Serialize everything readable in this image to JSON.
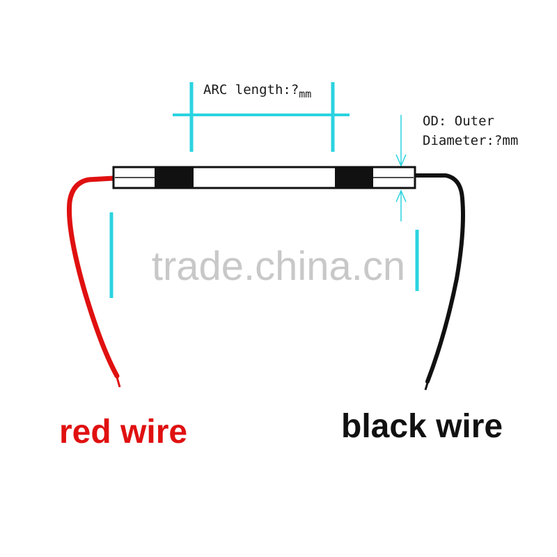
{
  "labels": {
    "arc_length": "ARC length:?",
    "arc_length_unit": "mm",
    "od_line1": "OD: Outer",
    "od_line2": "Diameter:?mm",
    "red_wire": "red wire",
    "black_wire": "black wire",
    "watermark": "trade.china.cn"
  },
  "colors": {
    "dimension": "#2bd3e0",
    "red_wire": "#e01010",
    "black_wire": "#111111",
    "label_text": "#1a1a1a",
    "watermark": "#c8c8c8"
  }
}
